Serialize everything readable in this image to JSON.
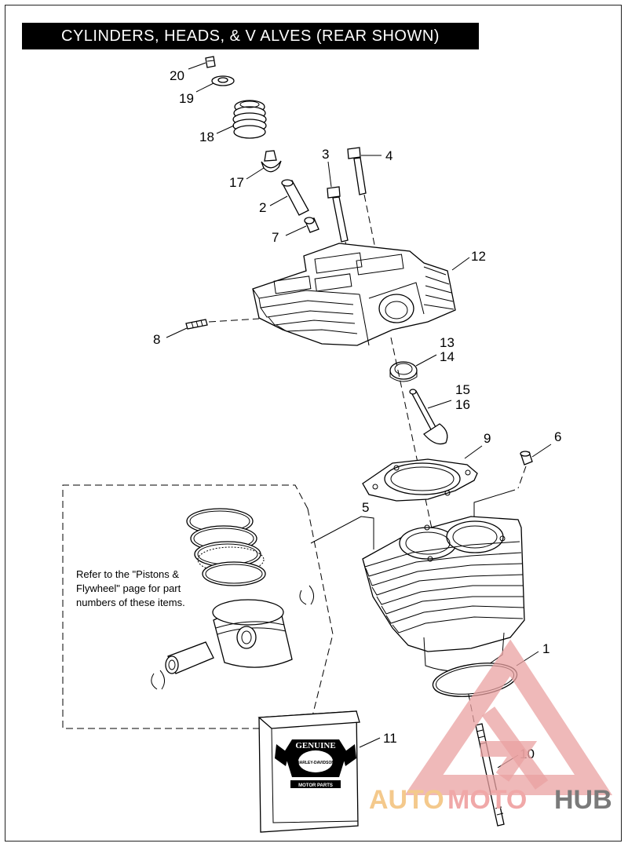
{
  "title": "CYLINDERS, HEADS, & V ALVES (REAR SHOWN)",
  "callouts": {
    "c1": "1",
    "c2": "2",
    "c3": "3",
    "c4": "4",
    "c5": "5",
    "c6": "6",
    "c7": "7",
    "c8": "8",
    "c9": "9",
    "c10": "10",
    "c11": "11",
    "c12": "12",
    "c13": "13",
    "c14": "14",
    "c15": "15",
    "c16": "16",
    "c17": "17",
    "c18": "18",
    "c19": "19",
    "c20": "20"
  },
  "note": {
    "line1": "Refer to the \"Pistons &",
    "line2": "Flywheel\" page for part",
    "line3": "numbers of these items."
  },
  "badge": {
    "top": "GENUINE",
    "mid": "HARLEY-DAVIDSON",
    "bottom": "MOTOR PARTS"
  },
  "watermark": {
    "part1": "AUTO",
    "part2": "MOTO",
    "part3": "HUB"
  }
}
